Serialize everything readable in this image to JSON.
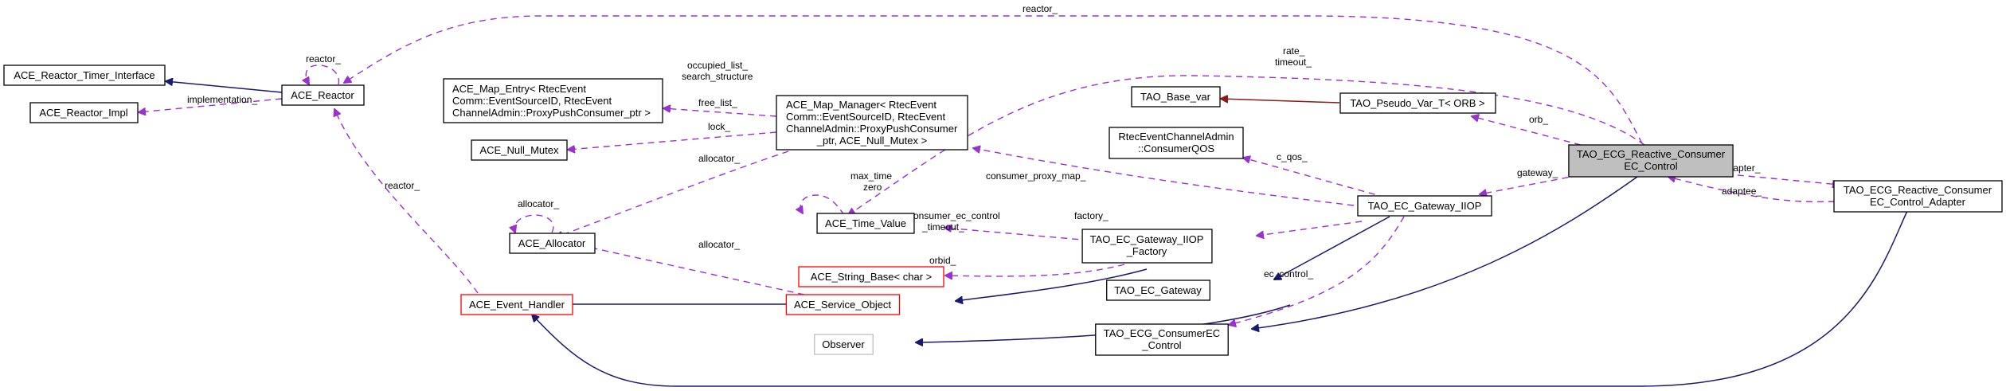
{
  "diagram": {
    "title": "TAO_ECG_Reactive_ConsumerEC_Control collaboration graph",
    "colors": {
      "inheritance_edge": "#191970",
      "template_edge": "#8b1a1a",
      "usage_edge": "#9a32cd",
      "focus_fill": "#bfbfbf",
      "incomplete_border": "#ff0000",
      "external_border": "#bfbfbf"
    },
    "nodes": {
      "ace_reactor_timer_interface": {
        "lines": [
          "ACE_Reactor_Timer_Interface"
        ]
      },
      "ace_reactor_impl": {
        "lines": [
          "ACE_Reactor_Impl"
        ]
      },
      "ace_reactor": {
        "lines": [
          "ACE_Reactor"
        ]
      },
      "ace_map_entry": {
        "lines": [
          "ACE_Map_Entry< RtecEvent",
          "Comm::EventSourceID, RtecEvent",
          "ChannelAdmin::ProxyPushConsumer_ptr >"
        ]
      },
      "ace_null_mutex": {
        "lines": [
          "ACE_Null_Mutex"
        ]
      },
      "ace_allocator": {
        "lines": [
          "ACE_Allocator"
        ]
      },
      "ace_event_handler": {
        "lines": [
          "ACE_Event_Handler"
        ]
      },
      "ace_map_manager": {
        "lines": [
          "ACE_Map_Manager< RtecEvent",
          "Comm::EventSourceID, RtecEvent",
          "ChannelAdmin::ProxyPushConsumer",
          "_ptr, ACE_Null_Mutex >"
        ]
      },
      "ace_time_value": {
        "lines": [
          "ACE_Time_Value"
        ]
      },
      "ace_string_base": {
        "lines": [
          "ACE_String_Base< char >"
        ]
      },
      "ace_service_object": {
        "lines": [
          "ACE_Service_Object"
        ]
      },
      "observer": {
        "lines": [
          "Observer"
        ]
      },
      "tao_base_var": {
        "lines": [
          "TAO_Base_var"
        ]
      },
      "tao_pseudo_var_t": {
        "lines": [
          "TAO_Pseudo_Var_T< ORB >"
        ]
      },
      "consumer_qos": {
        "lines": [
          "RtecEventChannelAdmin",
          "::ConsumerQOS"
        ]
      },
      "tao_ec_gateway_iiop": {
        "lines": [
          "TAO_EC_Gateway_IIOP"
        ]
      },
      "tao_ec_gateway_iiop_factory": {
        "lines": [
          "TAO_EC_Gateway_IIOP",
          "_Factory"
        ]
      },
      "tao_ec_gateway": {
        "lines": [
          "TAO_EC_Gateway"
        ]
      },
      "tao_ecg_consumer_ec_control": {
        "lines": [
          "TAO_ECG_ConsumerEC",
          "_Control"
        ]
      },
      "tao_ecg_reactive_consumer_ec_control": {
        "lines": [
          "TAO_ECG_Reactive_Consumer",
          "EC_Control"
        ]
      },
      "tao_ecg_reactive_consumer_ec_control_adapter": {
        "lines": [
          "TAO_ECG_Reactive_Consumer",
          "EC_Control_Adapter"
        ]
      }
    },
    "edge_labels": {
      "reactor_top": [
        "reactor_"
      ],
      "reactor_self": [
        "reactor_"
      ],
      "implementation": [
        "implementation_"
      ],
      "map_entry": [
        "occupied_list_",
        "search_structure",
        "free_list_"
      ],
      "lock": [
        "lock_"
      ],
      "allocator_map": [
        "allocator_"
      ],
      "allocator_self": [
        "allocator_"
      ],
      "allocator_string": [
        "allocator_"
      ],
      "reactor_handler": [
        "reactor_"
      ],
      "time_self": [
        "max_time",
        "zero"
      ],
      "rate_timeout": [
        "rate_",
        "timeout_"
      ],
      "orb": [
        "orb_"
      ],
      "c_qos": [
        "c_qos_"
      ],
      "consumer_proxy_map": [
        "consumer_proxy_map_"
      ],
      "gateway": [
        "gateway_"
      ],
      "factory": [
        "factory_"
      ],
      "consumer_ec_control_timeout": [
        "consumer_ec_control",
        "_timeout_"
      ],
      "orbid": [
        "orbid_"
      ],
      "ec_control": [
        "ec_control_"
      ],
      "adapter": [
        "adapter_"
      ],
      "adaptee": [
        "adaptee_"
      ]
    }
  }
}
